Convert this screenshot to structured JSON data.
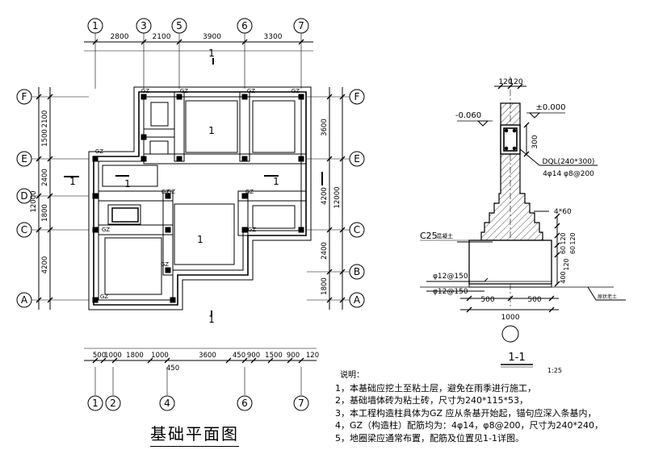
{
  "plan": {
    "title": "基础平面图",
    "axes_top": [
      "1",
      "3",
      "5",
      "6",
      "7"
    ],
    "axes_bottom": [
      "1",
      "2",
      "4",
      "6",
      "7"
    ],
    "axes_left": [
      "F",
      "E",
      "D",
      "C",
      "A"
    ],
    "axes_right": [
      "F",
      "E",
      "C",
      "B",
      "A"
    ],
    "top_dims": [
      "2800",
      "2100",
      "3900",
      "3300"
    ],
    "bottom_dims": [
      "500",
      "1000",
      "1800",
      "1000",
      "3600",
      "450",
      "900",
      "1500",
      "900",
      "120"
    ],
    "bottom_dim_extra": "450",
    "left_dims": [
      "2100",
      "1500",
      "2400",
      "1800",
      "4200"
    ],
    "left_total": "12000",
    "right_dims": [
      "3600",
      "4200",
      "2400",
      "1800"
    ],
    "right_total": "12000",
    "col_tag": "GZ",
    "section_mark": "1"
  },
  "section": {
    "title": "1-1",
    "scale": "1:25",
    "dim_top_a": "120",
    "dim_top_b": "120",
    "level_left": "-0.060",
    "level_right": "±0.000",
    "dim_300": "300",
    "beam_label": "DQL(240*300)",
    "beam_rebar": "4φ14  φ8@200",
    "step_label": "4*60",
    "concrete_label": "C25",
    "concrete_suffix": "混凝土",
    "right_dims": [
      "120",
      "120",
      "60",
      "60",
      "120",
      "400"
    ],
    "rebar_1": "φ12@150",
    "rebar_2": "φ12@150",
    "bottom_half_left": "500",
    "bottom_half_right": "500",
    "bottom_total": "1000",
    "soil_label": "原状老土"
  },
  "notes": {
    "title": "说明：",
    "lines": [
      "1，本基础应挖土至粘土层，避免在雨季进行施工，",
      "2，基础墙体砖为粘土砖，尺寸为240*115*53，",
      "3，本工程构造柱具体为GZ 应从条基开始起，锚句应深入条基内，",
      "4，GZ（构造柱）配筋均为：4φ14，φ8@200，尺寸为240*240，",
      "5，地圈梁应通常布置，配筋及位置见1-1详图。"
    ]
  }
}
